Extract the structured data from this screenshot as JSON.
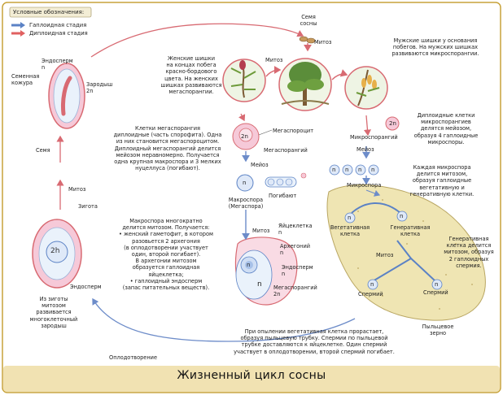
{
  "title": "Жизненный цикл сосны",
  "legend": {
    "title": "Условные обозначения:",
    "haploid": "Гаплоидная стадия",
    "diploid": "Диплоидная стадия",
    "haploid_color": "#5b82c5",
    "diploid_color": "#e06060"
  },
  "colors": {
    "frame": "#c7a23a",
    "title_band": "#f1e2b2",
    "pollen_fill": "#efe5b3",
    "cell_fill": "#eaf2fb",
    "pink_fill": "#f6c9d8",
    "ovule_fill": "#f9dbe4"
  },
  "labels": {
    "seeds": "Семя\nсосны",
    "mitosis_top": "Митоз",
    "male_cones": "Мужские шишки у основания\nпобегов. На мужских шишках\nразвиваются микроспорангии.",
    "female_cones": "Женские шишки\nна концах побега\nкрасно-бордового\nцвета. На женских\nшишках развиваются\nмегаспорангии.",
    "mitosis_2": "Митоз",
    "endosperm_seed": "Эндосперм\nn",
    "seed_coat": "Семенная\nкожура",
    "embryo": "Зародыш\n2n",
    "seed": "Семя",
    "mitosis_left": "Митоз",
    "megasporangium_cells": "Клетки мегаспорангия\nдиплоидные (часть спорофита). Одна\nиз них становится мегаспороцитом.\nДиплоидный мегаспорангий делится\nмейозом неравномерно. Получается\nодна крупная макроспора и 3 мелких\nнуцеллуса (погибают).",
    "megasporocyte": "Мегаспороцит",
    "megasporangium": "Мегаспорангий",
    "meiosis_left": "Мейоз",
    "perish": "Погибают",
    "macrospore": "Макроспора\n(Мегаспора)",
    "microsporangium": "Микроспорангий",
    "meiosis_right": "Мейоз",
    "microspore": "Микроспора",
    "diploid_cells": "Диплоидные клетки\nмикроспорангиев\nделятся мейозом,\nобразуя 4 гаплоидные\nмикроспоры.",
    "each_microspore": "Каждая микроспора\nделится митозом,\nобразуя гаплоидные\nвегетативную и\nгенеративную клетки.",
    "vegetative_cell": "Вегетативная\nклетка",
    "generative_cell": "Генеративная\nклетка",
    "generative_divides": "Генеративная\nклетка делится\nмитозом, образуя\n2 гаплоидных\nспермия.",
    "mitosis_pollen": "Митоз",
    "sperm_left": "Спермий",
    "sperm_right": "Спермий",
    "pollen_grain": "Пыльцевое\nзерно",
    "zygote": "Зигота",
    "endosperm_zygote": "Эндосперм",
    "from_zygote": "Из зиготы\nмитозом\nразвивается\nмногоклеточный\nзародыш",
    "fertilization": "Оплодотворение",
    "macrospore_divides": "Макроспора многократно\nделится митозом. Получается:\n• женский гаметофит, в котором\nразовьется 2 архегония\n(в оплодотворении участвует\nодин, второй погибает).\nВ архегонии митозом\nобразуется гаплоидная\nяйцеклетка;\n• гаплоидный эндосперм\n(запас питательных веществ).",
    "mitosis_mid": "Митоз",
    "egg_cell": "Яйцеклетка\nn",
    "archegonium": "Архегоний\nn",
    "endosperm_mid": "Эндосперм\nn",
    "megasporangium_2n": "Мегаспорангий\n2n",
    "pollination": "При опылении вегетативная клетка прорастает,\nобразуя пыльцевую трубку. Спермии по пыльцевой\nтрубке доставляются к яйцеклетке. Один спермий\nучаствует в оплодотворении, второй спермий погибает."
  },
  "ploidy": {
    "n": "n",
    "two_n": "2n",
    "two_h": "2h"
  }
}
